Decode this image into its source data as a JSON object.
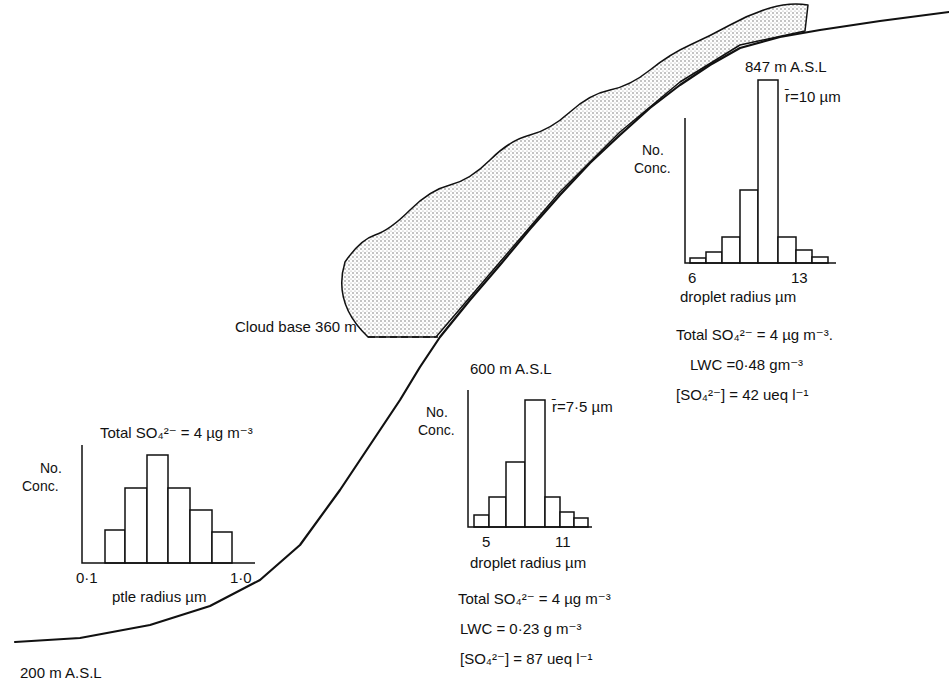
{
  "diagram": {
    "labels": [
      "Cloud base 360 m",
      "Total SO₄²⁻ = 4 µg m⁻³",
      "No.",
      "Conc.",
      "0·1",
      "ptle radius µm",
      "1·0",
      "200 m A.S.L",
      "600 m A.S.L",
      "No.",
      "Conc.",
      "r̄=7·5 µm",
      "5",
      "11",
      "droplet radius µm",
      "Total SO₄²⁻ = 4 µg m⁻³",
      "LWC = 0·23 g m⁻³",
      "[SO₄²⁻] = 87 ueq l⁻¹",
      "847 m A.S.L",
      "No.",
      "Conc.",
      "r̄=10 µm",
      "6",
      "13",
      "droplet radius µm",
      "Total SO₄²⁻ = 4 µg m⁻³.",
      "LWC =0·48 gm⁻³",
      "[SO₄²⁻] = 42 ueq l⁻¹"
    ]
  }
}
